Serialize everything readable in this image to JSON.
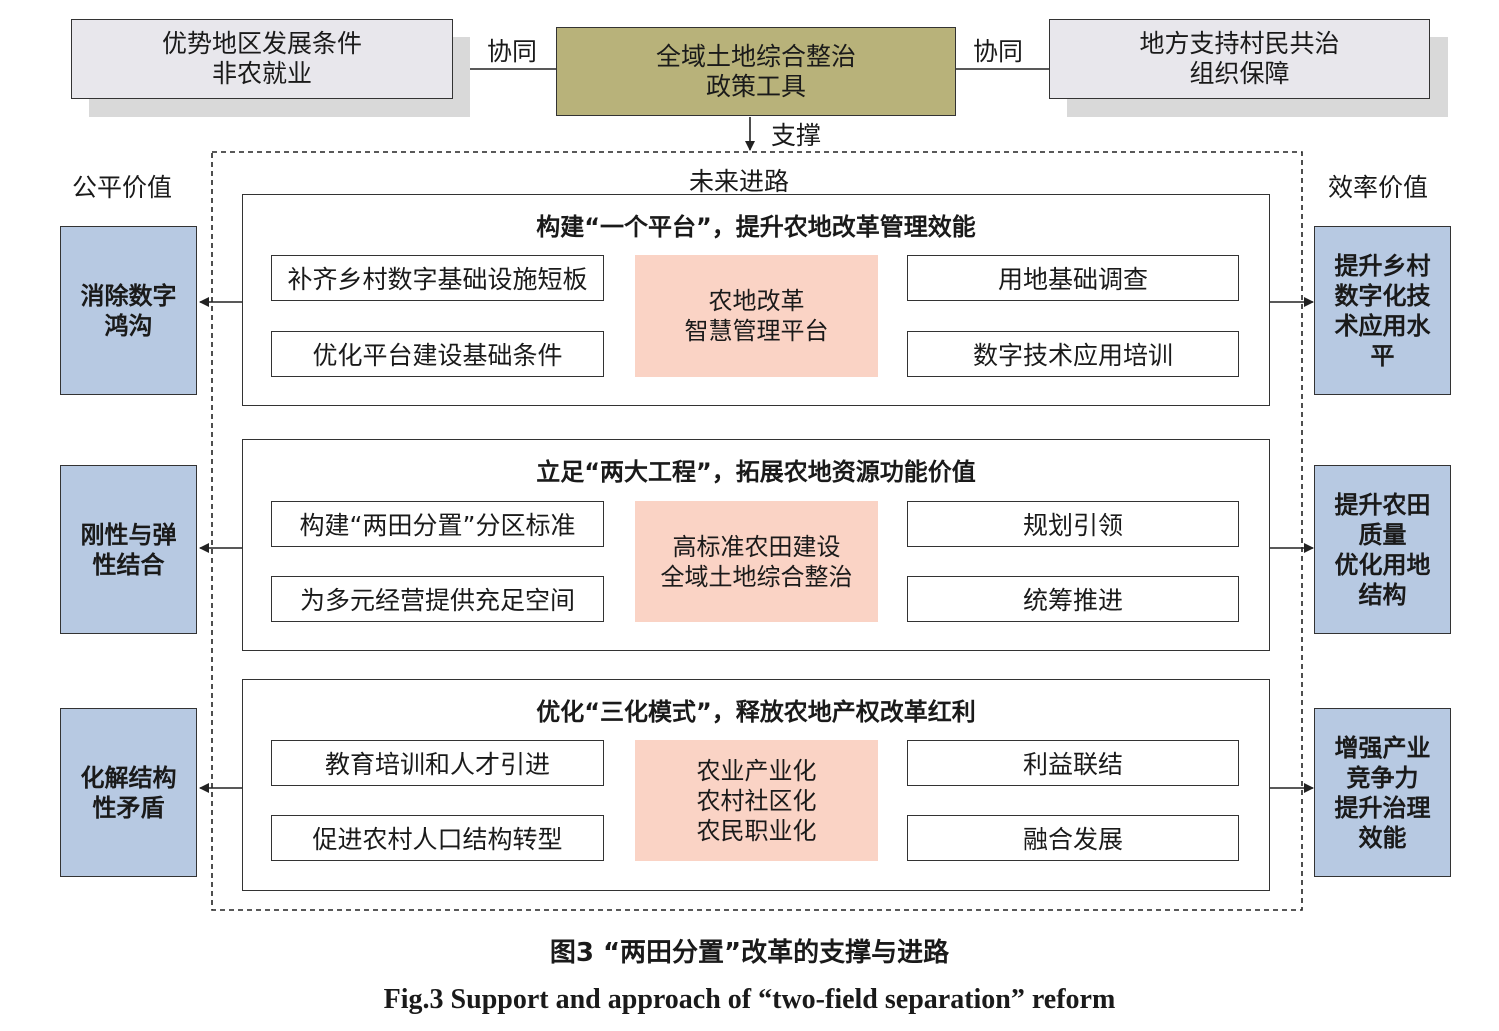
{
  "top": {
    "left_box": {
      "lines": [
        "优势地区发展条件",
        "非农就业"
      ]
    },
    "center_box": {
      "lines": [
        "全域土地综合整治",
        "政策工具"
      ]
    },
    "right_box": {
      "lines": [
        "地方支持村民共治",
        "组织保障"
      ]
    },
    "link_left": "协同",
    "link_right": "协同",
    "support": "支撑"
  },
  "future_label": "未来进路",
  "fairness_label": "公平价值",
  "efficiency_label": "效率价值",
  "left_values": [
    {
      "lines": [
        "消除数字",
        "鸿沟"
      ]
    },
    {
      "lines": [
        "刚性与弹",
        "性结合"
      ]
    },
    {
      "lines": [
        "化解结构",
        "性矛盾"
      ]
    }
  ],
  "right_values": [
    {
      "lines": [
        "提升乡村",
        "数字化技",
        "术应用水",
        "平"
      ]
    },
    {
      "lines": [
        "提升农田",
        "质量",
        "优化用地",
        "结构"
      ]
    },
    {
      "lines": [
        "增强产业",
        "竞争力",
        "提升治理",
        "效能"
      ]
    }
  ],
  "sections": [
    {
      "title": "构建“一个平台”，提升农地改革管理效能",
      "left_items": [
        "补齐乡村数字基础设施短板",
        "优化平台建设基础条件"
      ],
      "core": [
        "农地改革",
        "智慧管理平台"
      ],
      "right_items": [
        "用地基础调查",
        "数字技术应用培训"
      ]
    },
    {
      "title": "立足“两大工程”，拓展农地资源功能价值",
      "left_items": [
        "构建“两田分置”分区标准",
        "为多元经营提供充足空间"
      ],
      "core": [
        "高标准农田建设",
        "全域土地综合整治"
      ],
      "right_items": [
        "规划引领",
        "统筹推进"
      ]
    },
    {
      "title": "优化“三化模式”，释放农地产权改革红利",
      "left_items": [
        "教育培训和人才引进",
        "促进农村人口结构转型"
      ],
      "core": [
        "农业产业化",
        "农村社区化",
        "农民职业化"
      ],
      "right_items": [
        "利益联结",
        "融合发展"
      ]
    }
  ],
  "caption": {
    "cn": "图3  “两田分置”改革的支撑与进路",
    "en": "Fig.3    Support and approach of “two-field separation” reform"
  }
}
